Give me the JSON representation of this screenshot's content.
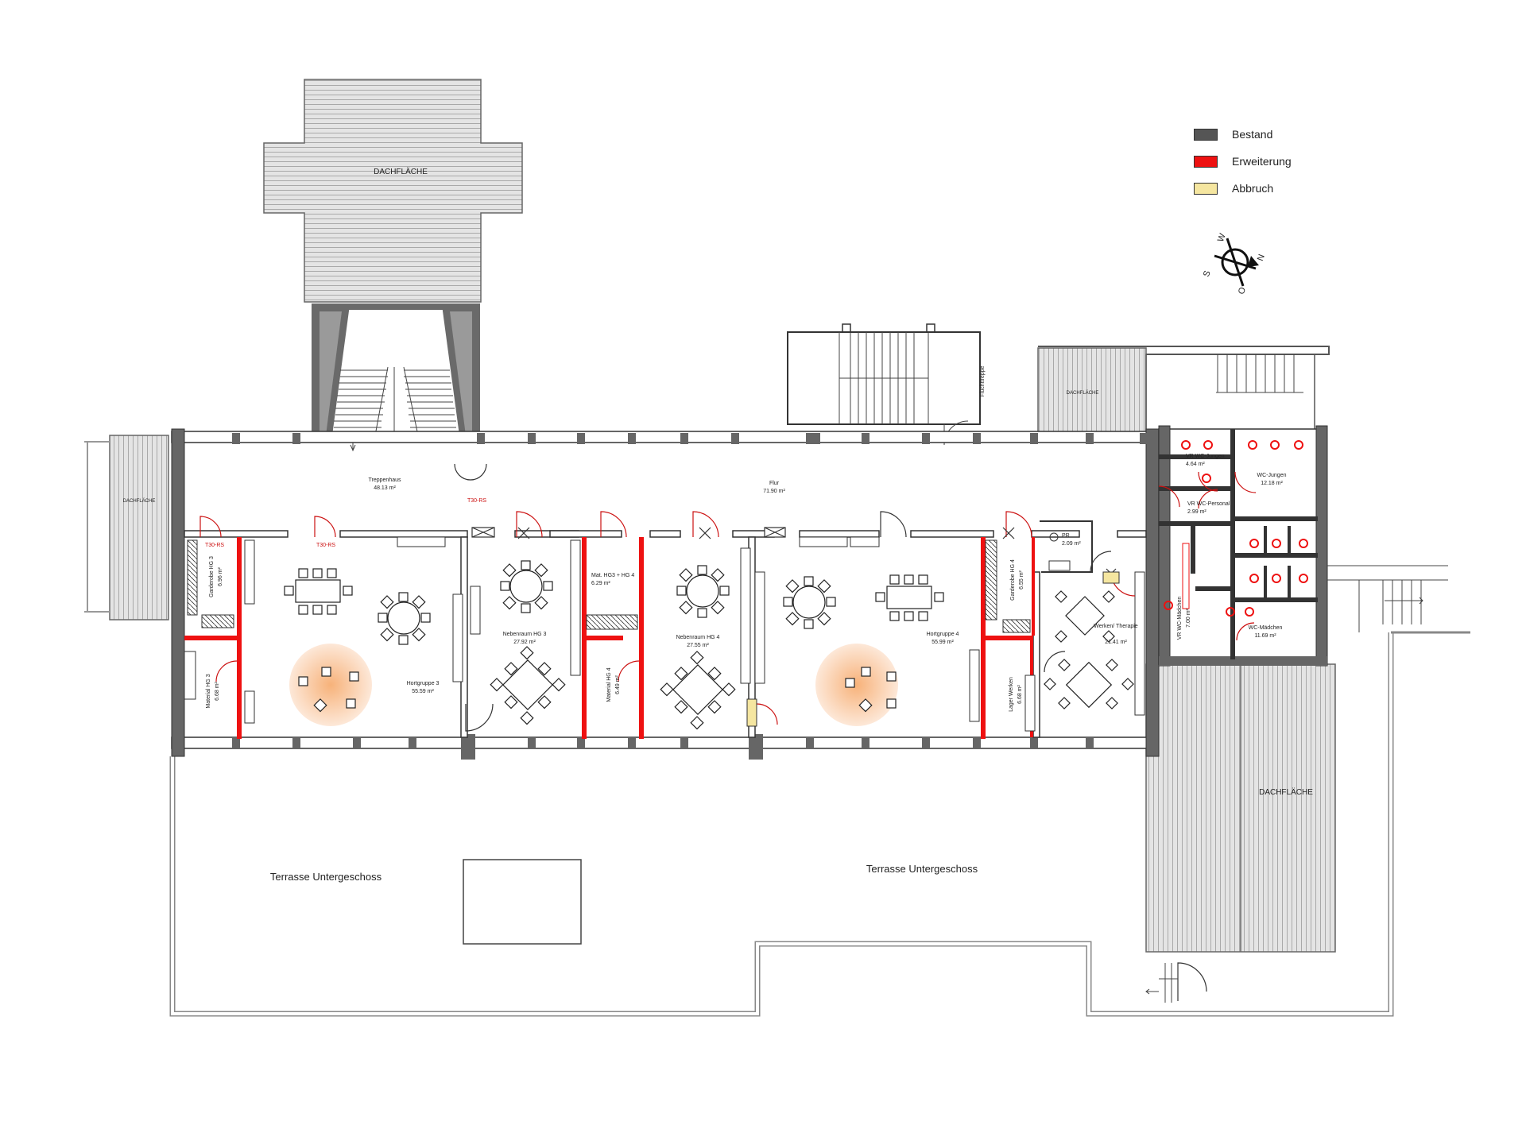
{
  "legend": {
    "bestand": {
      "label": "Bestand",
      "color": "#555555"
    },
    "erweiterung": {
      "label": "Erweiterung",
      "color": "#ee1111"
    },
    "abbruch": {
      "label": "Abbruch",
      "color": "#f5e6a0"
    }
  },
  "compass": {
    "w": "W",
    "n": "N",
    "s": "S",
    "o": "O"
  },
  "roofs": {
    "top": "DACHFLÄCHE",
    "left": "DACHFLÄCHE",
    "right_top": "DACHFLÄCHE",
    "right_bottom": "DACHFLÄCHE"
  },
  "stairs": {
    "escape": "Fluchttreppe"
  },
  "terraces": {
    "left": "Terrasse Untergeschoss",
    "right": "Terrasse Untergeschoss"
  },
  "doors": {
    "t30_a": "T30-RS",
    "t30_b": "T30-RS",
    "t30_c": "T30-RS"
  },
  "rooms": {
    "treppenhaus": {
      "name": "Treppenhaus",
      "area": "48.13 m²"
    },
    "flur": {
      "name": "Flur",
      "area": "71.90 m²"
    },
    "garderobe_hg3": {
      "name": "Garderobe HG 3",
      "area": "6.96 m²"
    },
    "material_hg3": {
      "name": "Material HG 3",
      "area": "6.68 m²"
    },
    "hortgruppe3": {
      "name": "Hortgruppe 3",
      "area": "55.59 m²"
    },
    "nebenraum_hg3": {
      "name": "Nebenraum HG 3",
      "area": "27.92 m²"
    },
    "mat_hg34": {
      "name": "Mat. HG3 + HG 4",
      "area": "6.29 m²"
    },
    "material_hg4": {
      "name": "Material HG 4",
      "area": "6.49 m²"
    },
    "nebenraum_hg4": {
      "name": "Nebenraum HG 4",
      "area": "27.55 m²"
    },
    "hortgruppe4": {
      "name": "Hortgruppe 4",
      "area": "55.99 m²"
    },
    "garderobe_hg4": {
      "name": "Garderobe HG 4",
      "area": "6.55 m²"
    },
    "pr": {
      "name": "PR",
      "area": "2.09 m²"
    },
    "lager_werken": {
      "name": "Lager Werken",
      "area": "6.68 m²"
    },
    "werken": {
      "name": "Werken/ Therapie",
      "area": "21.41 m²"
    },
    "vr_wc_jungen": {
      "name": "VR WC-Jungen",
      "area": "4.64 m²"
    },
    "wc_jungen": {
      "name": "WC-Jungen",
      "area": "12.18 m²"
    },
    "vr_wc_personal": {
      "name": "VR WC-Personal",
      "area": "2.99 m²"
    },
    "vr_wc_maedchen": {
      "name": "VR WC-Mädchen",
      "area": "7.00 m²"
    },
    "wc_maedchen": {
      "name": "WC-Mädchen",
      "area": "11.69 m²"
    }
  }
}
